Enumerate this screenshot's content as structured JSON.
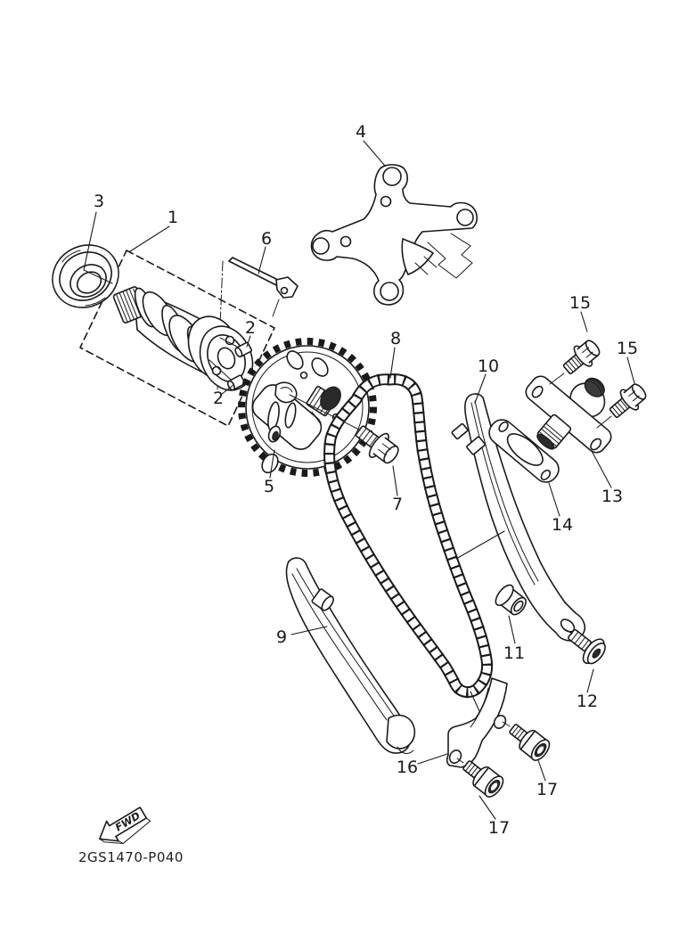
{
  "page": {
    "background": "#ffffff",
    "line_color": "#1a1a1a"
  },
  "drawing": {
    "code": "2GS1470-P040",
    "fwd_label": "FWD"
  },
  "callouts": [
    {
      "label": "1"
    },
    {
      "label": "2"
    },
    {
      "label": "2"
    },
    {
      "label": "3"
    },
    {
      "label": "4"
    },
    {
      "label": "5"
    },
    {
      "label": "6"
    },
    {
      "label": "7"
    },
    {
      "label": "8"
    },
    {
      "label": "9"
    },
    {
      "label": "10"
    },
    {
      "label": "11"
    },
    {
      "label": "12"
    },
    {
      "label": "13"
    },
    {
      "label": "14"
    },
    {
      "label": "15"
    },
    {
      "label": "15"
    },
    {
      "label": "16"
    },
    {
      "label": "17"
    },
    {
      "label": "17"
    }
  ]
}
